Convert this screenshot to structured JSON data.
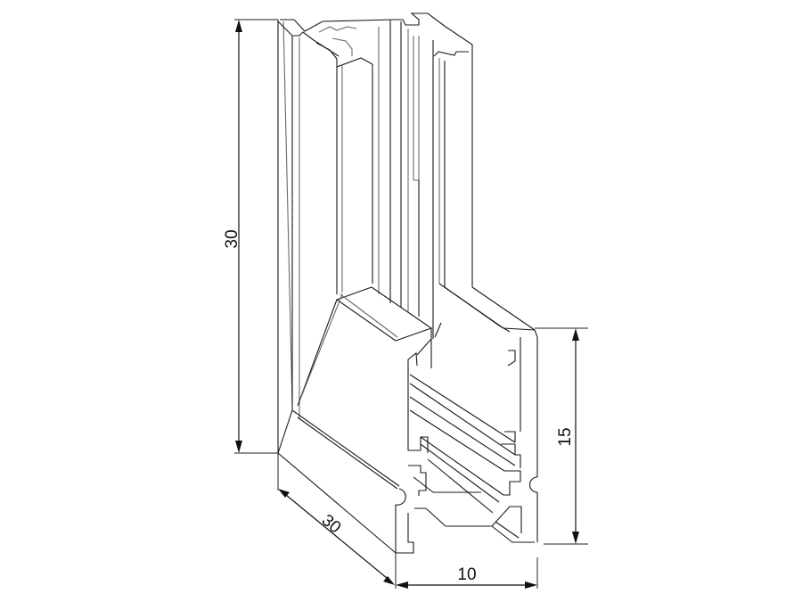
{
  "drawing": {
    "subject": "aluminum corner profile isometric line drawing",
    "line_color": "#1a1a1a",
    "background": "#ffffff"
  },
  "dimensions": {
    "height_total": "30",
    "depth": "30",
    "width": "10",
    "height_base": "15"
  }
}
